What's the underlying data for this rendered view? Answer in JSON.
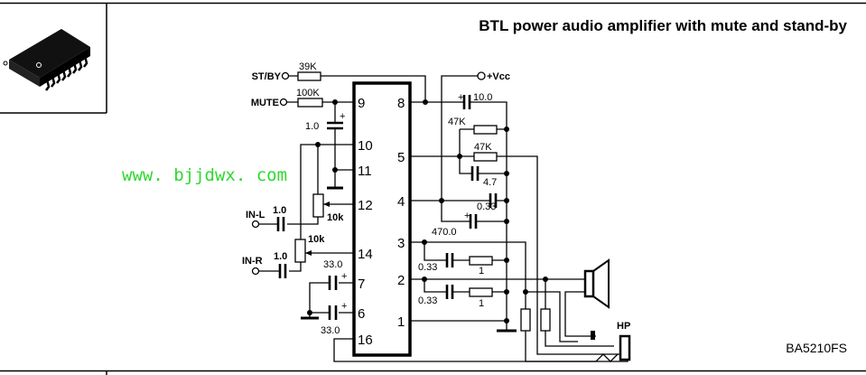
{
  "title": "BTL power audio amplifier with mute and stand-by",
  "part_number": "BA5210FS",
  "watermark": "www. bjjdwx. com",
  "package_icon": "sop16-chip-icon",
  "inputs": {
    "stby": "ST/BY",
    "mute": "MUTE",
    "in_l": "IN-L",
    "in_r": "IN-R",
    "vcc": "+Vcc",
    "hp": "HP"
  },
  "pins": {
    "p9": "9",
    "p10": "10",
    "p11": "11",
    "p12": "12",
    "p14": "14",
    "p7": "7",
    "p6": "6",
    "p16": "16",
    "p8": "8",
    "p5": "5",
    "p4": "4",
    "p3": "3",
    "p2": "2",
    "p1": "1"
  },
  "components": {
    "r_stby": "39K",
    "r_mute": "100K",
    "c_mute": "1.0",
    "pot_l": "10k",
    "pot_r": "10k",
    "c_in_l": "1.0",
    "c_in_r": "1.0",
    "c7": "33.0",
    "c6": "33.0",
    "c8": "10.0",
    "r47a": "47K",
    "r47b": "47K",
    "c47": "4.7",
    "c4": "0.33",
    "c470": "470.0",
    "c3": "0.33",
    "r3": "1",
    "c2": "0.33",
    "r2": "1",
    "plus": "+"
  }
}
